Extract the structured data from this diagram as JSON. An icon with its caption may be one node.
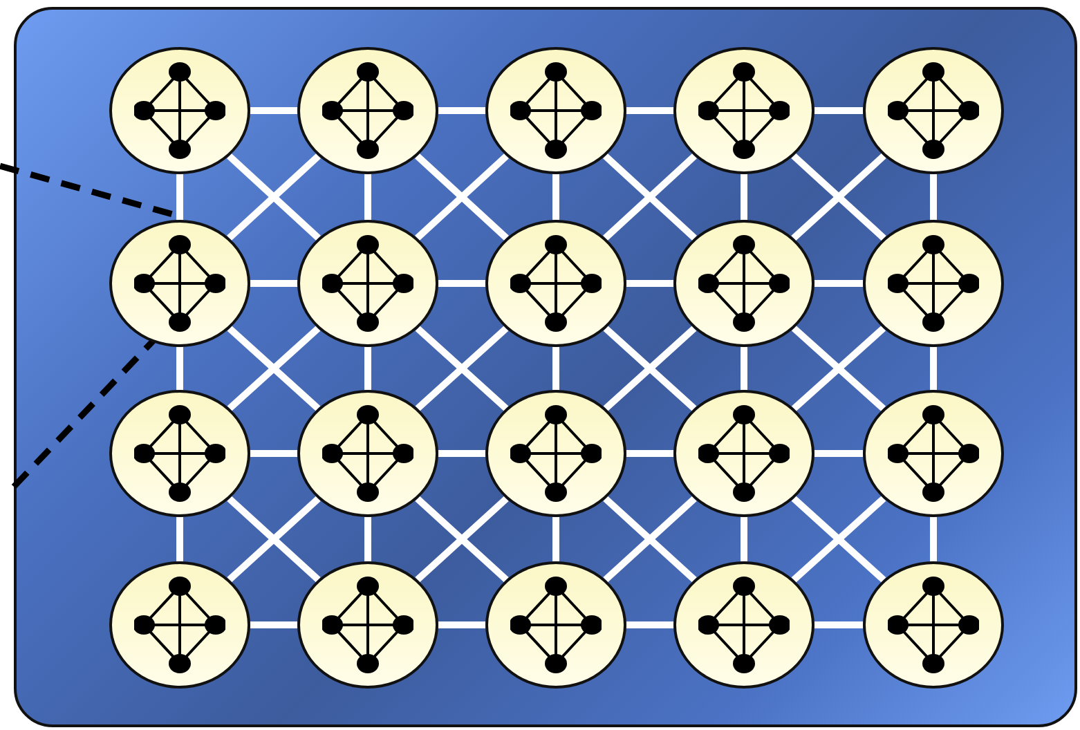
{
  "diagram": {
    "nodes": [
      {
        "text": [],
        "shape": "box"
      },
      {
        "text": [],
        "shape": "circle",
        "in": 0
      },
      {
        "text": [],
        "shape": "circle",
        "in": 0
      },
      {
        "text": [],
        "shape": "circle",
        "in": 0
      },
      {
        "text": [],
        "shape": "circle",
        "in": 0
      },
      {
        "text": [],
        "shape": "circle",
        "in": 0
      },
      {
        "text": [],
        "shape": "circle",
        "in": 0
      },
      {
        "text": [],
        "shape": "circle",
        "in": 0
      },
      {
        "text": [],
        "shape": "circle",
        "in": 0
      },
      {
        "text": [],
        "shape": "circle",
        "in": 0
      },
      {
        "text": [],
        "shape": "circle",
        "in": 0
      },
      {
        "text": [],
        "shape": "circle",
        "in": 0
      },
      {
        "text": [],
        "shape": "circle",
        "in": 0
      },
      {
        "text": [],
        "shape": "circle",
        "in": 0
      },
      {
        "text": [],
        "shape": "circle",
        "in": 0
      },
      {
        "text": [],
        "shape": "circle",
        "in": 0
      },
      {
        "text": [],
        "shape": "circle",
        "in": 0
      },
      {
        "text": [],
        "shape": "circle",
        "in": 0
      },
      {
        "text": [],
        "shape": "circle",
        "in": 0
      },
      {
        "text": [],
        "shape": "circle",
        "in": 0
      },
      {
        "text": [],
        "shape": "circle",
        "in": 0
      }
    ],
    "edges": [
      {
        "from": 1,
        "to": 2,
        "arrow": "none"
      },
      {
        "from": 2,
        "to": 3,
        "arrow": "none"
      },
      {
        "from": 3,
        "to": 4,
        "arrow": "none"
      },
      {
        "from": 4,
        "to": 5,
        "arrow": "none"
      },
      {
        "from": 6,
        "to": 7,
        "arrow": "none"
      },
      {
        "from": 7,
        "to": 8,
        "arrow": "none"
      },
      {
        "from": 8,
        "to": 9,
        "arrow": "none"
      },
      {
        "from": 9,
        "to": 10,
        "arrow": "none"
      },
      {
        "from": 11,
        "to": 12,
        "arrow": "none"
      },
      {
        "from": 12,
        "to": 13,
        "arrow": "none"
      },
      {
        "from": 13,
        "to": 14,
        "arrow": "none"
      },
      {
        "from": 14,
        "to": 15,
        "arrow": "none"
      },
      {
        "from": 16,
        "to": 17,
        "arrow": "none"
      },
      {
        "from": 17,
        "to": 18,
        "arrow": "none"
      },
      {
        "from": 18,
        "to": 19,
        "arrow": "none"
      },
      {
        "from": 19,
        "to": 20,
        "arrow": "none"
      },
      {
        "from": 1,
        "to": 6,
        "arrow": "none"
      },
      {
        "from": 2,
        "to": 7,
        "arrow": "none"
      },
      {
        "from": 3,
        "to": 8,
        "arrow": "none"
      },
      {
        "from": 4,
        "to": 9,
        "arrow": "none"
      },
      {
        "from": 5,
        "to": 10,
        "arrow": "none"
      },
      {
        "from": 6,
        "to": 11,
        "arrow": "none"
      },
      {
        "from": 7,
        "to": 12,
        "arrow": "none"
      },
      {
        "from": 8,
        "to": 13,
        "arrow": "none"
      },
      {
        "from": 9,
        "to": 14,
        "arrow": "none"
      },
      {
        "from": 10,
        "to": 15,
        "arrow": "none"
      },
      {
        "from": 11,
        "to": 16,
        "arrow": "none"
      },
      {
        "from": 12,
        "to": 17,
        "arrow": "none"
      },
      {
        "from": 13,
        "to": 18,
        "arrow": "none"
      },
      {
        "from": 14,
        "to": 19,
        "arrow": "none"
      },
      {
        "from": 15,
        "to": 20,
        "arrow": "none"
      },
      {
        "from": 1,
        "to": 7,
        "arrow": "none"
      },
      {
        "from": 2,
        "to": 6,
        "arrow": "none"
      },
      {
        "from": 2,
        "to": 8,
        "arrow": "none"
      },
      {
        "from": 3,
        "to": 7,
        "arrow": "none"
      },
      {
        "from": 3,
        "to": 9,
        "arrow": "none"
      },
      {
        "from": 4,
        "to": 8,
        "arrow": "none"
      },
      {
        "from": 4,
        "to": 10,
        "arrow": "none"
      },
      {
        "from": 5,
        "to": 9,
        "arrow": "none"
      },
      {
        "from": 6,
        "to": 12,
        "arrow": "none"
      },
      {
        "from": 7,
        "to": 11,
        "arrow": "none"
      },
      {
        "from": 7,
        "to": 13,
        "arrow": "none"
      },
      {
        "from": 8,
        "to": 12,
        "arrow": "none"
      },
      {
        "from": 8,
        "to": 14,
        "arrow": "none"
      },
      {
        "from": 9,
        "to": 13,
        "arrow": "none"
      },
      {
        "from": 9,
        "to": 15,
        "arrow": "none"
      },
      {
        "from": 10,
        "to": 14,
        "arrow": "none"
      },
      {
        "from": 11,
        "to": 17,
        "arrow": "none"
      },
      {
        "from": 12,
        "to": 16,
        "arrow": "none"
      },
      {
        "from": 12,
        "to": 18,
        "arrow": "none"
      },
      {
        "from": 13,
        "to": 17,
        "arrow": "none"
      },
      {
        "from": 13,
        "to": 19,
        "arrow": "none"
      },
      {
        "from": 14,
        "to": 18,
        "arrow": "none"
      },
      {
        "from": 14,
        "to": 20,
        "arrow": "none"
      },
      {
        "from": 15,
        "to": 19,
        "arrow": "none"
      },
      {
        "from": null,
        "to": 6,
        "arrow": "none",
        "style": "dashed",
        "color": "#000000"
      },
      {
        "from": null,
        "to": 6,
        "arrow": "none",
        "style": "dashed",
        "color": "#000000"
      }
    ]
  }
}
